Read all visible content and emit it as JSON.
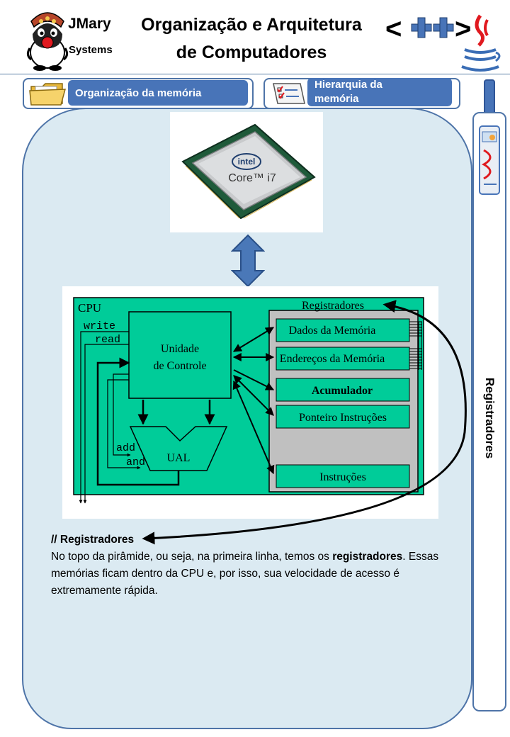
{
  "brand": {
    "name": "JMary",
    "sub": "Systems"
  },
  "title": {
    "line1": "Organização e Arquitetura",
    "line2": "de Computadores"
  },
  "logo_text": "<++>",
  "tabs": [
    {
      "label": "Organização da memória",
      "icon": "folder-icon"
    },
    {
      "label_line1": "Hierarquia da",
      "label_line2": "memória",
      "icon": "checklist-icon"
    }
  ],
  "side_tab": {
    "label": "Registradores",
    "icon": "newspaper-icon"
  },
  "cpu_image": {
    "brand": "intel",
    "model": "Core™ i7"
  },
  "diagram": {
    "cpu_label": "CPU",
    "registers_label": "Registradores",
    "signals": {
      "write": "write",
      "read": "read",
      "add": "add",
      "and": "and"
    },
    "control_unit_line1": "Unidade",
    "control_unit_line2": "de Controle",
    "alu": "UAL",
    "registers": [
      {
        "label": "Dados da Memória",
        "bold": false
      },
      {
        "label": "Endereços da Memória",
        "bold": false
      },
      {
        "label": "Acumulador",
        "bold": true
      },
      {
        "label": "Ponteiro Instruções",
        "bold": false
      },
      {
        "label": "Instruções",
        "bold": false
      }
    ]
  },
  "note": {
    "heading": "// Registradores",
    "text_before": "No topo da pirâmide, ou seja, na primeira linha, temos os ",
    "text_bold": "registradores",
    "text_after": ". Essas memórias ficam dentro da CPU e, por isso, sua velocidade de acesso é extremamente rápida."
  },
  "colors": {
    "accent_blue": "#4874b8",
    "panel_bg": "#dbeaf2",
    "cpu_green": "#00cc99",
    "register_gray": "#c0c0c0"
  }
}
